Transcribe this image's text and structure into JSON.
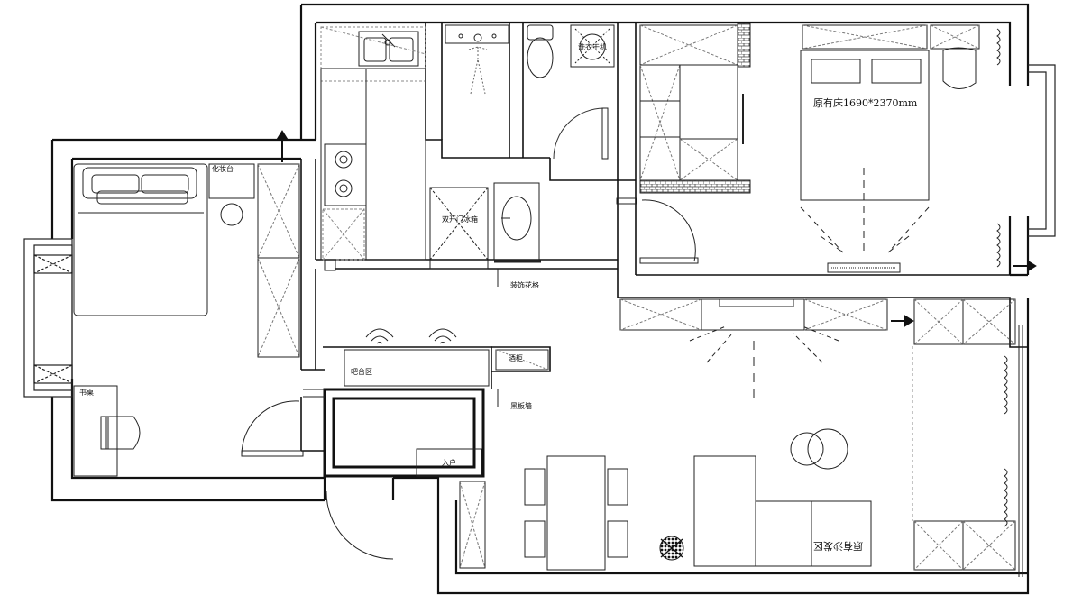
{
  "labels": {
    "wash_dryer": "洗衣干机",
    "original_bed": "原有床1690*2370mm",
    "vanity": "化妆台",
    "fridge": "双开门冰箱",
    "deco_grille": "装饰花格",
    "bar_area": "吧台区",
    "wine_cabinet": "酒柜",
    "partition_wall": "黑板墙",
    "desk": "书桌",
    "entrance": "入户",
    "sofa": "原有沙发区"
  },
  "colors": {
    "wall": "#111111",
    "line": "#222222",
    "dash": "#777777",
    "brick": "#555555"
  }
}
